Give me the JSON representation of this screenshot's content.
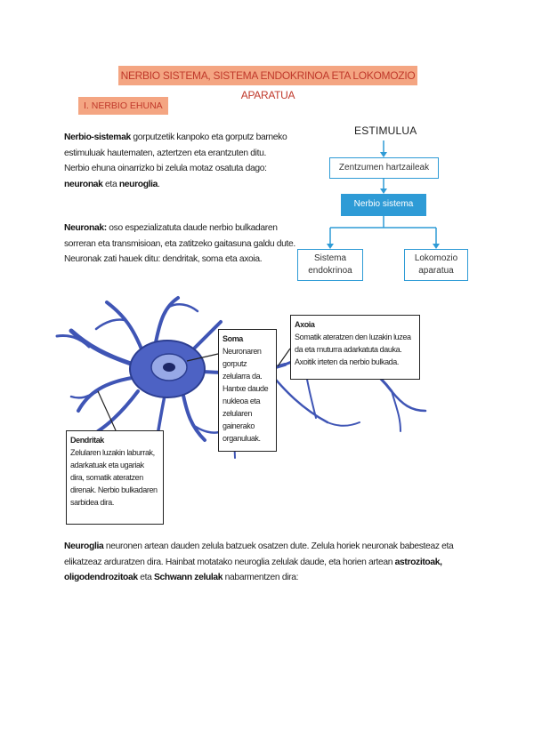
{
  "title": "NERBIO SISTEMA, SISTEMA ENDOKRINOA ETA LOKOMOZIO APARATUA",
  "section": "I.    NERBIO EHUNA",
  "para1": {
    "bold1": "Nerbio-sistemak",
    "text1": " gorputzetik kanpoko eta gorputz barneko estimuluak hautematen, aztertzen eta erantzuten ditu.",
    "text2": "Nerbio ehuna oinarrizko bi zelula motaz osatuta dago: ",
    "bold2": "neuronak",
    "text3": " eta ",
    "bold3": "neuroglia",
    "text4": "."
  },
  "para2": {
    "bold": "Neuronak:",
    "text": " oso espezializatuta daude nerbio bulkadaren sorreran eta transmisioan, eta zatitzeko gaitasuna galdu dute. Neuronak zati hauek ditu: dendritak, soma eta axoia."
  },
  "diagram": {
    "title": "ESTIMULUA",
    "box1": "Zentzumen hartzaileak",
    "box2": "Nerbio sistema",
    "box3a": "Sistema",
    "box3b": "endokrinoa",
    "box4a": "Lokomozio",
    "box4b": "aparatua",
    "color": "#2e9bd6"
  },
  "callouts": {
    "soma_title": "Soma",
    "soma_text": "Neuronaren gorputz zelularra da. Hantxe daude nukleoa eta zelularen gainerako organuluak.",
    "axoia_title": "Axoia",
    "axoia_text": "Somatik ateratzen den luzakin luzea da eta muturra adarkatuta dauka. Axoitik irteten da nerbio bulkada.",
    "dendr_title": "Dendritak",
    "dendr_text": "Zelularen luzakin laburrak, adarkatuak eta ugariak dira, somatik ateratzen direnak. Nerbio bulkadaren sarbidea dira."
  },
  "para3": {
    "bold1": "Neuroglia",
    "text1": " neuronen artean dauden zelula batzuek osatzen dute. Zelula horiek neuronak babesteaz eta elikatzeaz arduratzen dira. Hainbat motatako neuroglia zelulak daude, eta horien artean ",
    "bold2": "astrozitoak, oligodendrozitoak",
    "text2": " eta ",
    "bold3": "Schwann zelulak",
    "text3": " nabarmentzen dira:"
  }
}
